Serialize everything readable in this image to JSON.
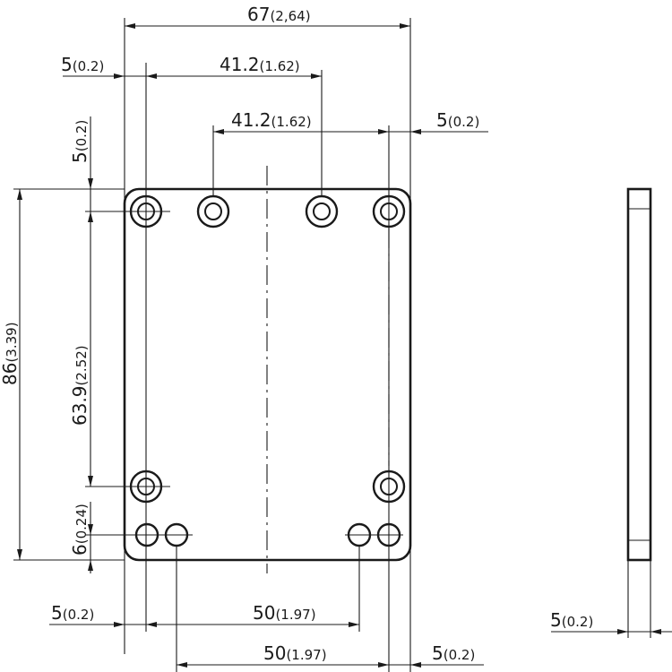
{
  "dimensions": {
    "overall_width": {
      "value": "67",
      "unit": "(2,64)"
    },
    "offset_top_left": {
      "value": "5",
      "unit": "(0.2)"
    },
    "hole_span_upper": {
      "value": "41.2",
      "unit": "(1.62)"
    },
    "hole_span_second": {
      "value": "41.2",
      "unit": "(1.62)"
    },
    "offset_top_right": {
      "value": "5",
      "unit": "(0.2)"
    },
    "offset_top_vertical": {
      "value": "5",
      "unit": "(0.2)"
    },
    "overall_height": {
      "value": "86",
      "unit": "(3.39)"
    },
    "hole_span_vertical": {
      "value": "63.9",
      "unit": "(2.52)"
    },
    "offset_bottom_vertical": {
      "value": "6",
      "unit": "(0.24)"
    },
    "offset_bottom_left": {
      "value": "5",
      "unit": "(0.2)"
    },
    "bottom_span_upper": {
      "value": "50",
      "unit": "(1.97)"
    },
    "bottom_span_lower": {
      "value": "50",
      "unit": "(1.97)"
    },
    "offset_bottom_right": {
      "value": "5",
      "unit": "(0.2)"
    },
    "thickness": {
      "value": "5",
      "unit": "(0.2)"
    }
  }
}
